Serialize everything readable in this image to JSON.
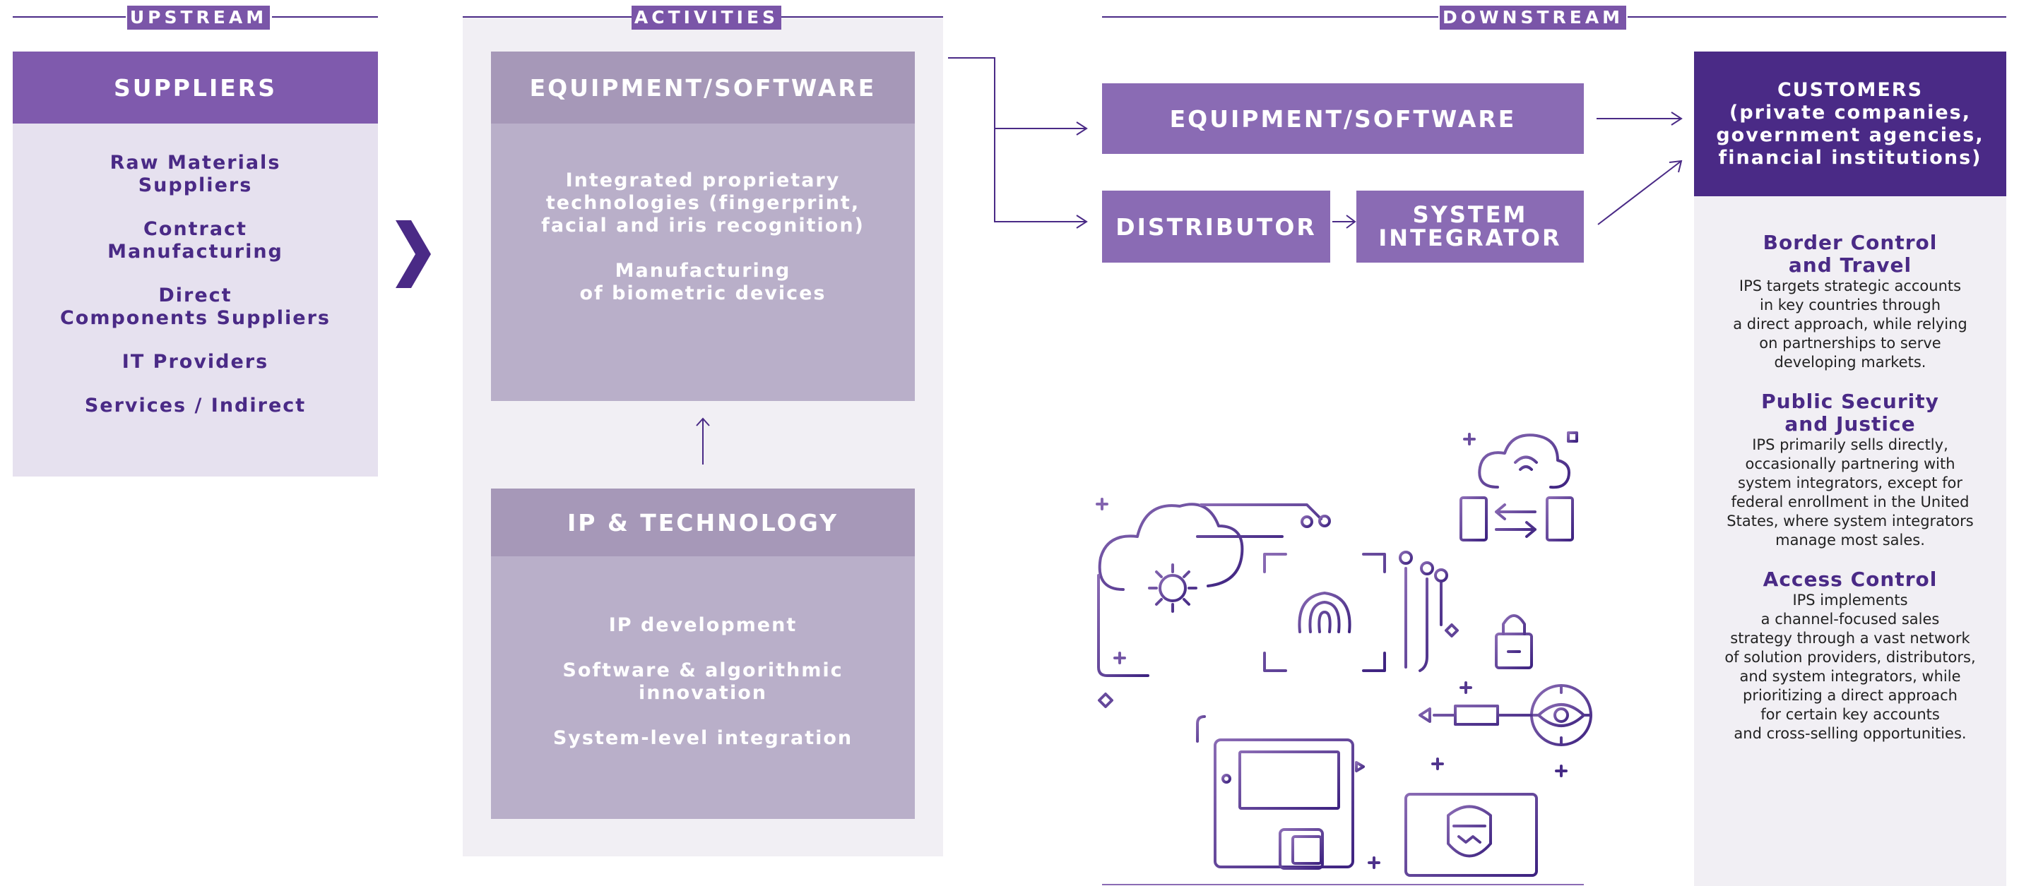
{
  "colors": {
    "dark_purple": "#4a2a86",
    "mid_purple": "#7f5aad",
    "light_lavender": "#e6e1ef",
    "activity_header": "#a698b8",
    "activity_body": "#b9afc9",
    "activities_bg": "#f1eff4",
    "customers_bg": "#f1eff4"
  },
  "sections": {
    "upstream": "UPSTREAM",
    "activities": "ACTIVITIES",
    "downstream": "DOWNSTREAM"
  },
  "suppliers": {
    "title": "SUPPLIERS",
    "items": [
      "Raw Materials\nSuppliers",
      "Contract\nManufacturing",
      "Direct\nComponents Suppliers",
      "IT Providers",
      "Services / Indirect"
    ]
  },
  "activities": {
    "equipment": {
      "title": "EQUIPMENT/SOFTWARE",
      "items": [
        "Integrated proprietary\ntechnologies (fingerprint,\nfacial and iris recognition)",
        "Manufacturing\nof biometric devices"
      ]
    },
    "ip": {
      "title": "IP & TECHNOLOGY",
      "items": [
        "IP development",
        "Software & algorithmic\ninnovation",
        "System-level integration"
      ]
    }
  },
  "downstream": {
    "equipment": "EQUIPMENT/SOFTWARE",
    "distributor": "DISTRIBUTOR",
    "integrator": "SYSTEM\nINTEGRATOR"
  },
  "customers": {
    "title": "CUSTOMERS\n(private companies,\ngovernment agencies,\nfinancial institutions)",
    "segments": [
      {
        "heading": "Border Control\nand Travel",
        "text": "IPS targets strategic accounts\nin key countries through\na direct approach, while relying\non partnerships to serve\ndeveloping markets."
      },
      {
        "heading": "Public Security\nand Justice",
        "text": "IPS primarily sells directly,\noccasionally partnering with\nsystem integrators, except for\nfederal enrollment in the United\nStates, where system integrators\nmanage most sales."
      },
      {
        "heading": "Access Control",
        "text": "IPS implements\na channel-focused sales\nstrategy through a vast network\nof solution providers, distributors,\nand system integrators, while\nprioritizing a direct approach\nfor certain key accounts\nand cross-selling opportunities."
      }
    ]
  }
}
